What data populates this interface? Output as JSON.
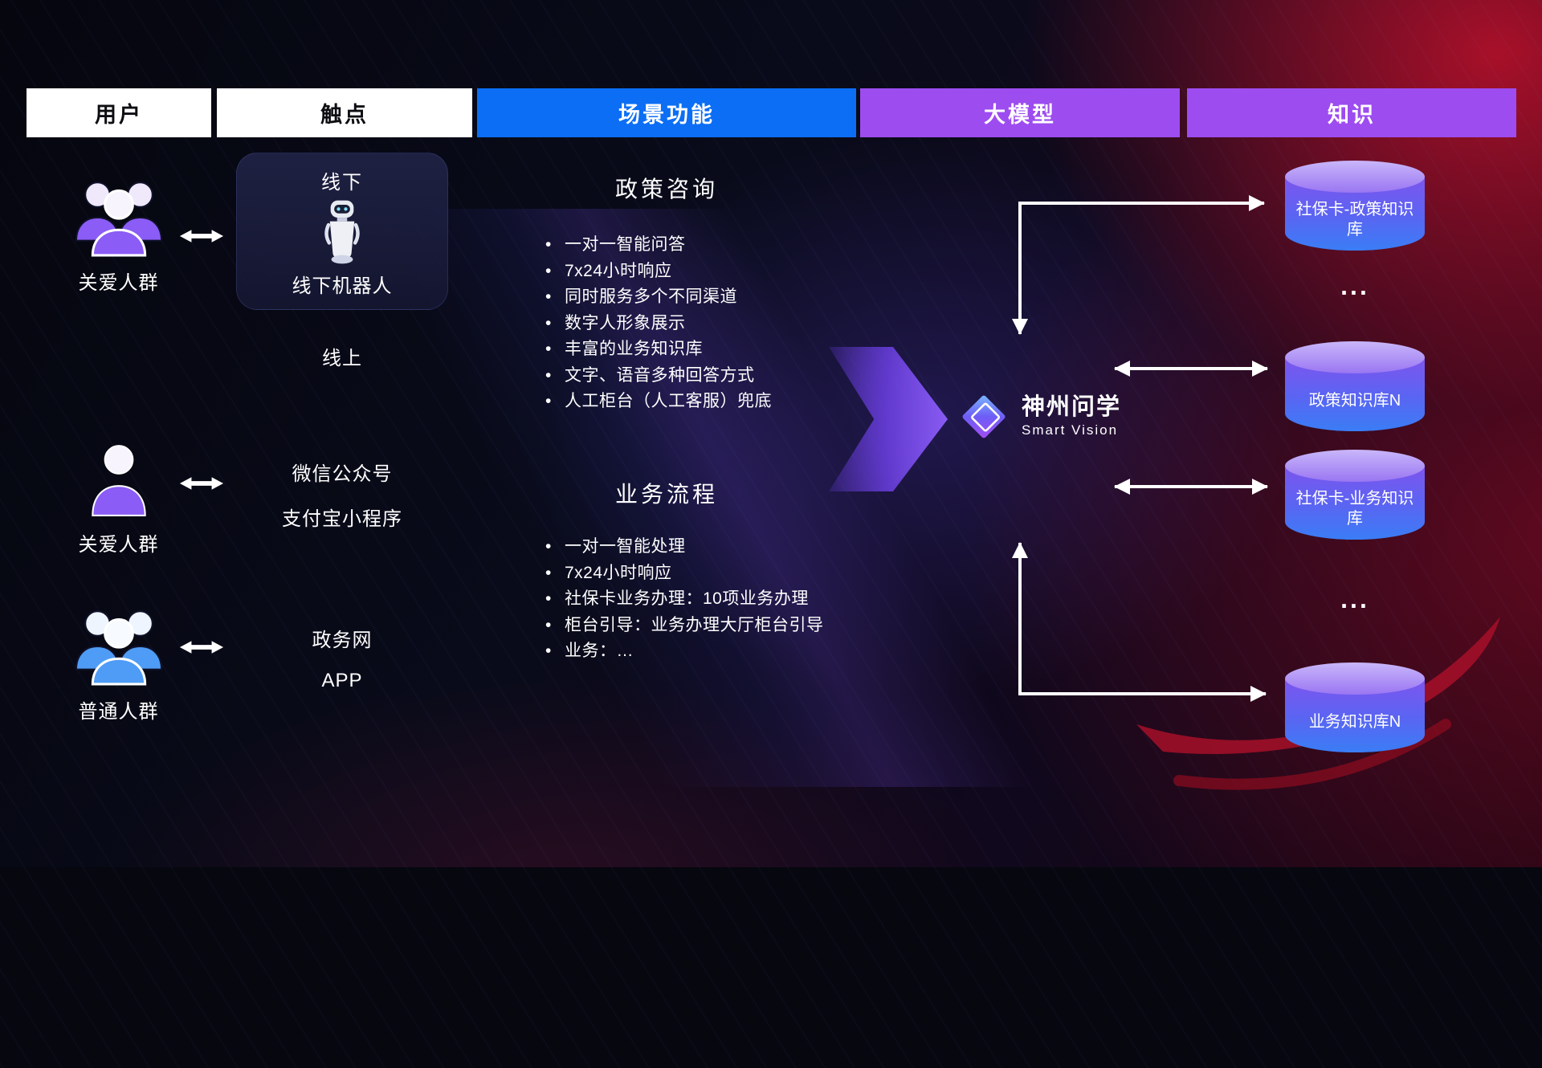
{
  "headers": [
    {
      "label": "用户"
    },
    {
      "label": "触点"
    },
    {
      "label": "场景功能"
    },
    {
      "label": "大模型"
    },
    {
      "label": "知识"
    }
  ],
  "users": [
    {
      "label": "关爱人群",
      "icon": "group-people-icon",
      "color": "#8b5cf6"
    },
    {
      "label": "关爱人群",
      "icon": "person-icon",
      "color": "#8b5cf6"
    },
    {
      "label": "普通人群",
      "icon": "group-people-icon",
      "color": "#4f9cf6"
    }
  ],
  "touchpoints": {
    "offline_title": "线下",
    "offline_robot": "线下机器人",
    "online_title": "线上",
    "wechat": "微信公众号",
    "alipay": "支付宝小程序",
    "gov_web": "政务网",
    "app": "APP"
  },
  "scenarios": [
    {
      "title": "政策咨询",
      "items": [
        "一对一智能问答",
        "7x24小时响应",
        "同时服务多个不同渠道",
        "数字人形象展示",
        "丰富的业务知识库",
        "文字、语音多种回答方式",
        "人工柜台（人工客服）兜底"
      ]
    },
    {
      "title": "业务流程",
      "items": [
        "一对一智能处理",
        "7x24小时响应",
        "社保卡业务办理：10项业务办理",
        "柜台引导：业务办理大厅柜台引导",
        "业务：…"
      ]
    }
  ],
  "model": {
    "name": "神州问学",
    "subtitle": "Smart Vision"
  },
  "knowledge": {
    "ellipsis": "...",
    "dbs": [
      {
        "label": "社保卡-政策知识库"
      },
      {
        "label": "政策知识库N"
      },
      {
        "label": "社保卡-业务知识库"
      },
      {
        "label": "业务知识库N"
      }
    ]
  },
  "colors": {
    "scene_header_blue": "#0b6ef5",
    "model_header_purple": "#9d4cf0",
    "knowledge_header_purple": "#9d4cf0",
    "user_purple": "#8b5cf6",
    "user_blue": "#4f9cf6",
    "db_top": "#b49bf6",
    "db_body_top": "#7e55ee",
    "db_body_bottom": "#3a7df5",
    "big_arrow_purple": "#8a5cf4",
    "accent_red": "#b5122b",
    "arrow_white": "#ffffff"
  }
}
